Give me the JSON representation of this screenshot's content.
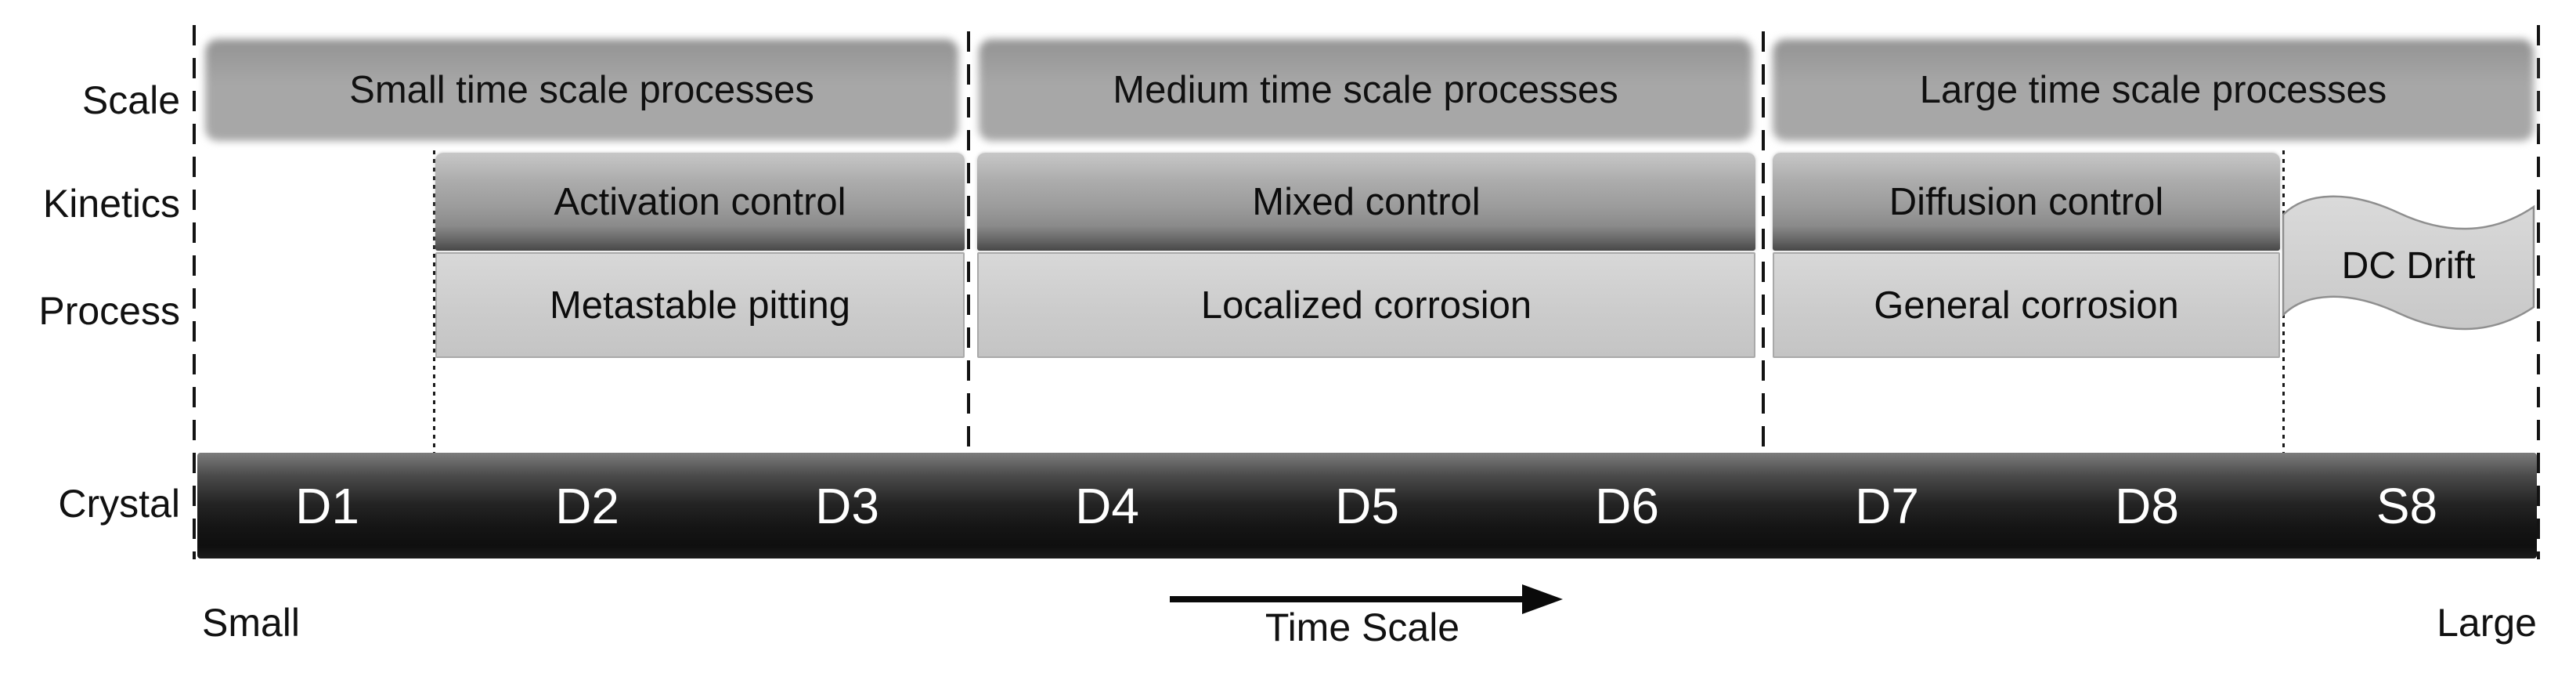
{
  "row_labels": {
    "scale": "Scale",
    "kinetics": "Kinetics",
    "process": "Process",
    "crystal": "Crystal"
  },
  "scale_bars": [
    {
      "label": "Small time scale processes"
    },
    {
      "label": "Medium time scale processes"
    },
    {
      "label": "Large time scale processes"
    }
  ],
  "kinetics_bars": [
    {
      "label": "Activation control"
    },
    {
      "label": "Mixed control"
    },
    {
      "label": "Diffusion control"
    }
  ],
  "process_bars": [
    {
      "label": "Metastable pitting"
    },
    {
      "label": "Localized corrosion"
    },
    {
      "label": "General corrosion"
    }
  ],
  "dc_drift": {
    "label": "DC Drift"
  },
  "crystal": {
    "segments": [
      "D1",
      "D2",
      "D3",
      "D4",
      "D5",
      "D6",
      "D7",
      "D8",
      "S8"
    ]
  },
  "axis": {
    "left_label": "Small",
    "right_label": "Large",
    "arrow_label": "Time Scale"
  },
  "colors": {
    "scale_bar": "#a5a5a5",
    "kinetics_gradient_top": "#c7c7c7",
    "kinetics_gradient_bottom": "#474747",
    "process_bar": "#cccccc",
    "process_border": "#a9a9a9",
    "crystal_gradient_top": "#7c7c7c",
    "crystal_gradient_bottom": "#0f0f0f",
    "crystal_text": "#ffffff",
    "wave_fill_top": "#dadada",
    "wave_fill_bottom": "#c8c8c8",
    "wave_stroke": "#8f8f8f",
    "guide_line": "#131313",
    "text": "#111111"
  }
}
